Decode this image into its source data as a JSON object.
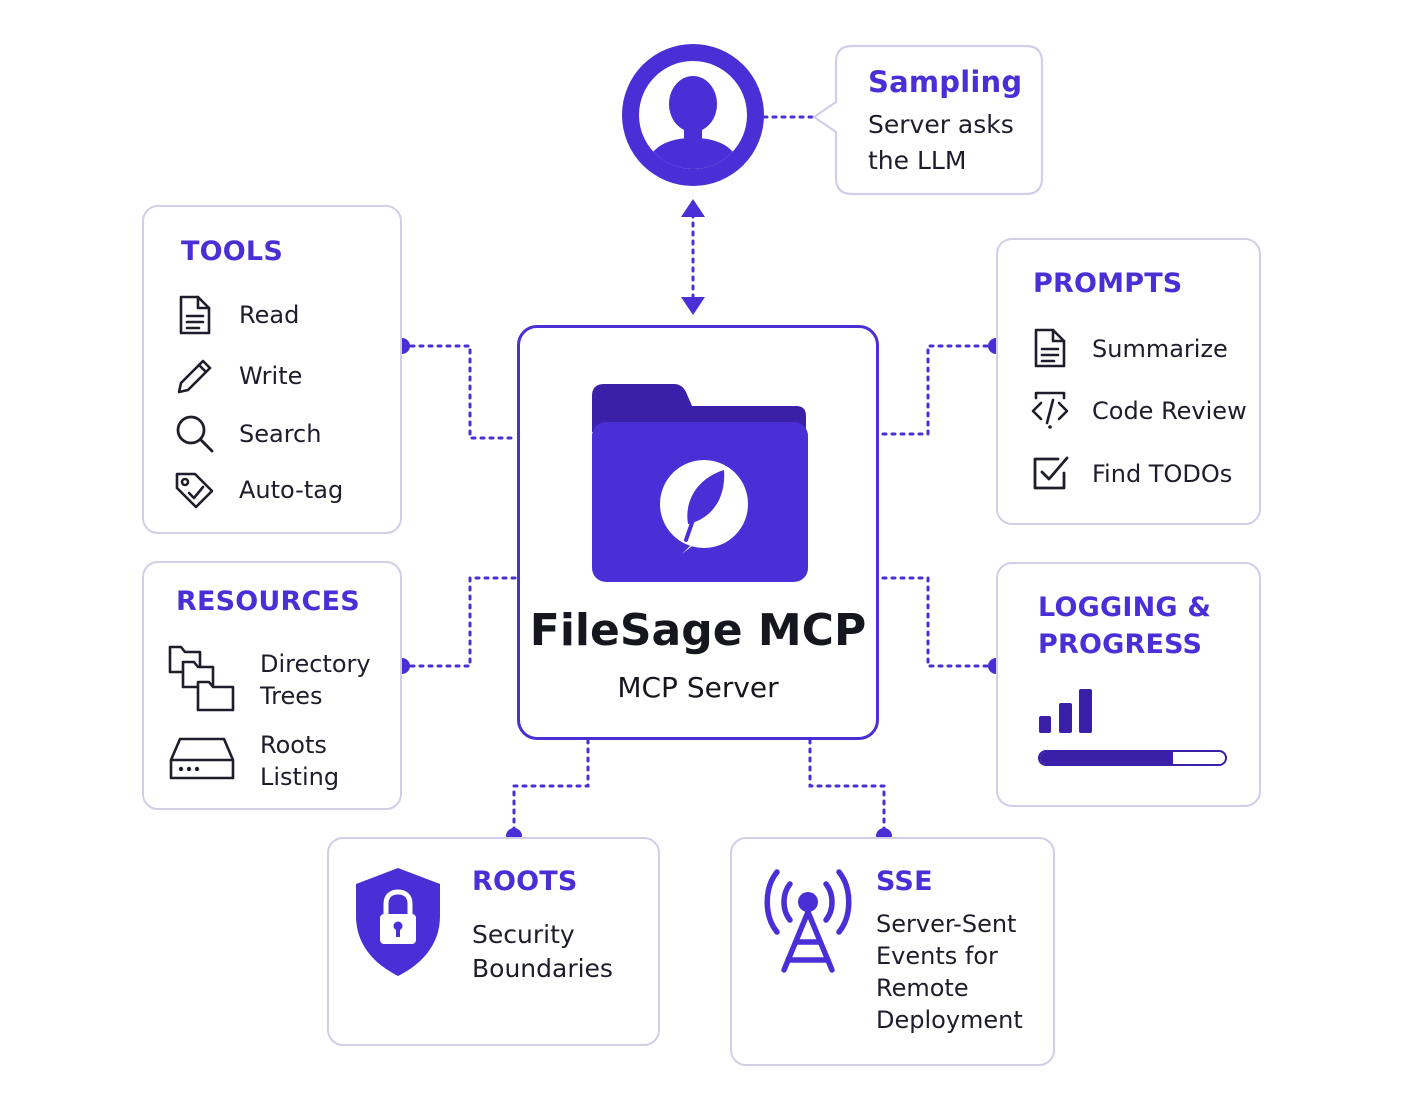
{
  "center": {
    "title": "FileSage MCP",
    "subtitle": "MCP Server",
    "icon": "folder-leaf-icon"
  },
  "sampling": {
    "heading": "Sampling",
    "text_line1": "Server asks",
    "text_line2": "the LLM",
    "icon": "user-avatar-icon"
  },
  "tools": {
    "heading": "TOOLS",
    "items": [
      {
        "label": "Read",
        "icon": "document-icon"
      },
      {
        "label": "Write",
        "icon": "pencil-icon"
      },
      {
        "label": "Search",
        "icon": "search-icon"
      },
      {
        "label": "Auto-tag",
        "icon": "tag-icon"
      }
    ]
  },
  "resources": {
    "heading": "RESOURCES",
    "items": [
      {
        "line1": "Directory",
        "line2": "Trees",
        "icon": "folder-tree-icon"
      },
      {
        "line1": "Roots",
        "line2": "Listing",
        "icon": "drive-icon"
      }
    ]
  },
  "prompts": {
    "heading": "PROMPTS",
    "items": [
      {
        "label": "Summarize",
        "icon": "document-icon"
      },
      {
        "label": "Code Review",
        "icon": "code-icon"
      },
      {
        "label": "Find TODOs",
        "icon": "checkbox-icon"
      }
    ]
  },
  "logging": {
    "heading_line1": "LOGGING &",
    "heading_line2": "PROGRESS",
    "progress": 0.72,
    "icon": "bar-chart-icon"
  },
  "roots": {
    "heading": "ROOTS",
    "text_line1": "Security",
    "text_line2": "Boundaries",
    "icon": "shield-lock-icon"
  },
  "sse": {
    "heading": "SSE",
    "lines": [
      "Server-Sent",
      "Events for",
      "Remote",
      "Deployment"
    ],
    "icon": "antenna-icon"
  },
  "colors": {
    "accent": "#4a2fd6",
    "border": "#d3cdea",
    "text": "#1d1d2b"
  }
}
